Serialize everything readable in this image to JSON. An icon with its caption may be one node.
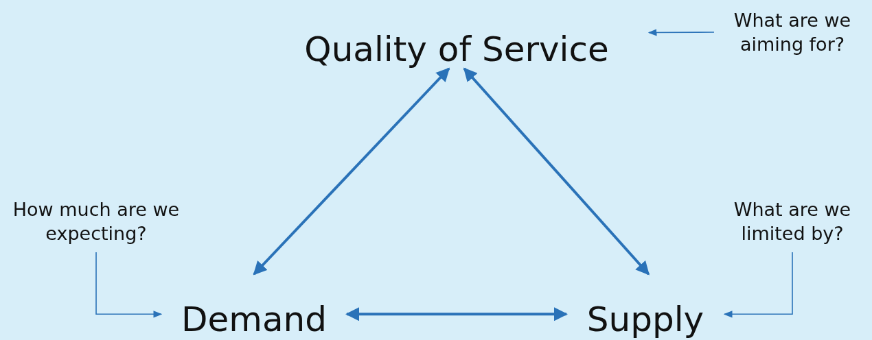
{
  "diagram": {
    "nodes": [
      {
        "text": [
          "Quality of Service"
        ]
      },
      {
        "text": [
          "Demand"
        ]
      },
      {
        "text": [
          "Supply"
        ]
      },
      {
        "text": [
          "What are we aiming for?"
        ]
      },
      {
        "text": [
          "How much are we expecting?"
        ]
      },
      {
        "text": [
          "What are we limited by?"
        ]
      }
    ],
    "edges": [
      {
        "from": 0,
        "to": 1,
        "arrow": "both",
        "style": "thick"
      },
      {
        "from": 0,
        "to": 2,
        "arrow": "both",
        "style": "thick"
      },
      {
        "from": 1,
        "to": 2,
        "arrow": "both",
        "style": "thick"
      },
      {
        "from": 3,
        "to": 0,
        "arrow": "to"
      },
      {
        "from": 4,
        "to": 1,
        "arrow": "to"
      },
      {
        "from": 5,
        "to": 2,
        "arrow": "to"
      }
    ]
  }
}
